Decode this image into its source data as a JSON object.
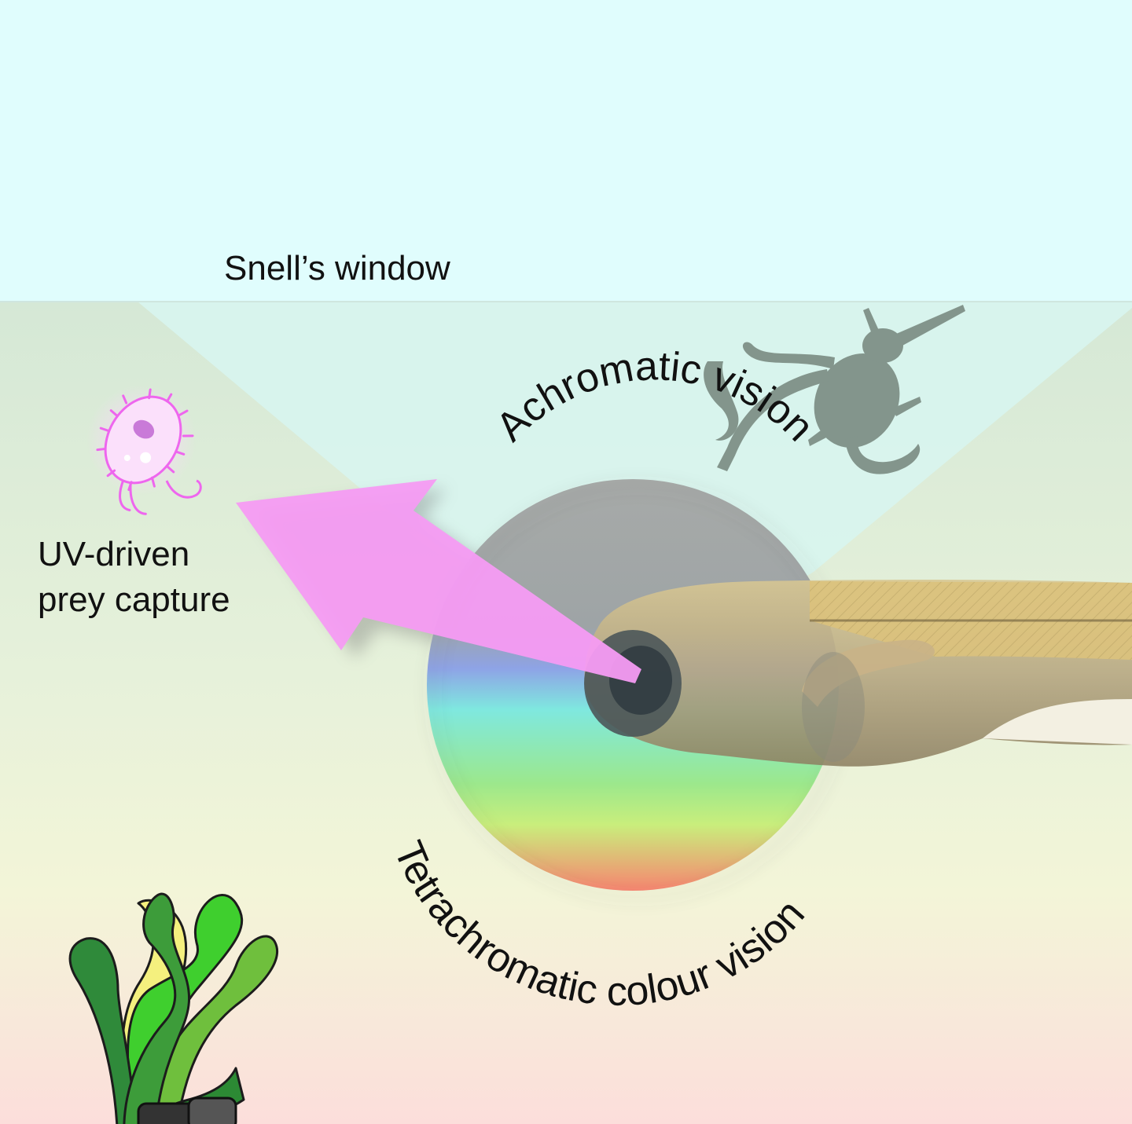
{
  "labels": {
    "snells_window": "Snell’s window",
    "achromatic_vision": "Achromatic vision",
    "tetrachromatic_vision": "Tetrachromatic colour vision",
    "uv_line1": "UV-driven",
    "uv_line2": "prey capture"
  },
  "colors": {
    "sky": "#e0fdfd",
    "water_top": "#d6ead8",
    "water_mid": "#eaf4dc",
    "water_bottom": "#fbe1dc",
    "snell_cone": "#d9f5ee",
    "uv_arrow": "#f39af3",
    "prey_outline": "#ee66ee",
    "predator": "#7f8f86",
    "fish_body": "#cbb98a",
    "plant_dark": "#2f8a3a",
    "plant_light": "#3cd42a",
    "plant_yellow": "#f4f08a"
  },
  "icons": [
    "paramecium-prey-icon",
    "water-beetle-predator-icon",
    "zebrafish-larva-icon",
    "aquatic-plant-icon"
  ]
}
